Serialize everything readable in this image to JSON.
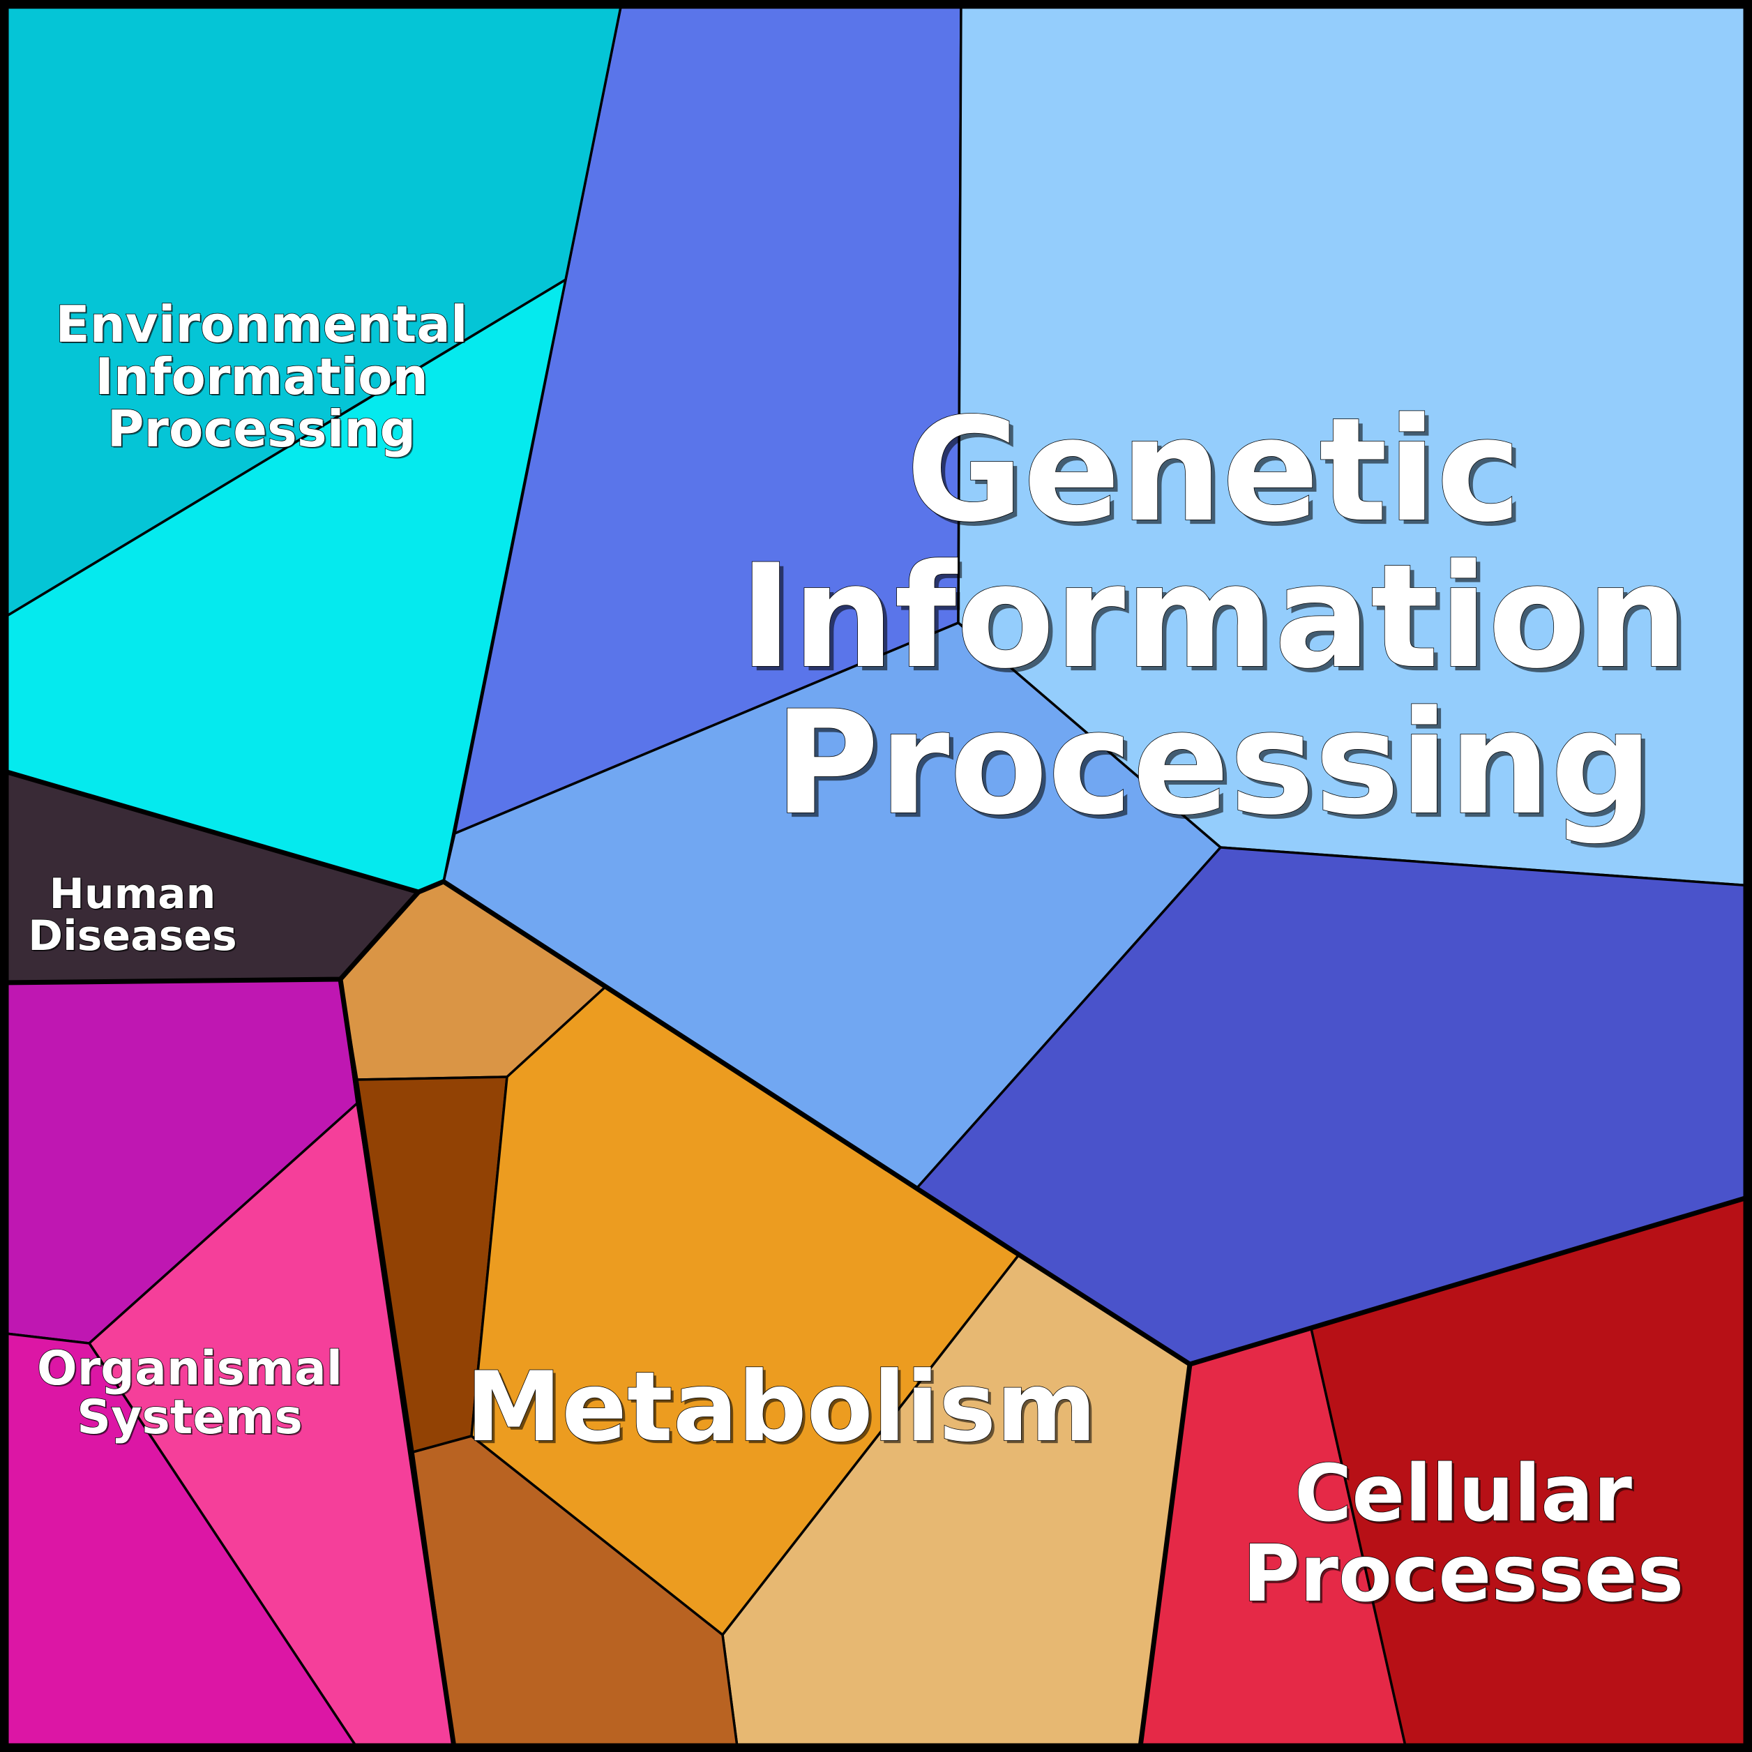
{
  "diagram": {
    "type": "voronoi-treemap",
    "groups": [
      {
        "id": "genetic",
        "label": [
          "Genetic",
          "Information",
          "Processing"
        ],
        "cells": [
          {
            "id": "gip-dark-blue-top",
            "color": "#5A75EA"
          },
          {
            "id": "gip-light-top-right",
            "color": "#94CDFC"
          },
          {
            "id": "gip-mid-blue",
            "color": "#71A7F2"
          },
          {
            "id": "gip-indigo",
            "color": "#4A53CB"
          }
        ]
      },
      {
        "id": "environmental",
        "label": [
          "Environmental",
          "Information",
          "Processing"
        ],
        "cells": [
          {
            "id": "eip-teal",
            "color": "#05C5D6"
          },
          {
            "id": "eip-cyan",
            "color": "#05EAEE"
          }
        ]
      },
      {
        "id": "human-diseases",
        "label": [
          "Human",
          "Diseases"
        ],
        "cells": [
          {
            "id": "hd-dark",
            "color": "#392A36"
          }
        ]
      },
      {
        "id": "organismal",
        "label": [
          "Organismal",
          "Systems"
        ],
        "cells": [
          {
            "id": "os-purple",
            "color": "#BF17B2"
          },
          {
            "id": "os-pink",
            "color": "#F53F9A"
          },
          {
            "id": "os-magenta",
            "color": "#DC16A5"
          }
        ]
      },
      {
        "id": "metabolism",
        "label": [
          "Metabolism"
        ],
        "cells": [
          {
            "id": "met-tan-small",
            "color": "#DA9545"
          },
          {
            "id": "met-brown-dark",
            "color": "#924204"
          },
          {
            "id": "met-orange",
            "color": "#EC9C20"
          },
          {
            "id": "met-sand",
            "color": "#E7B872"
          },
          {
            "id": "met-brown",
            "color": "#B96322"
          }
        ]
      },
      {
        "id": "cellular",
        "label": [
          "Cellular",
          "Processes"
        ],
        "cells": [
          {
            "id": "cp-red",
            "color": "#E52947"
          },
          {
            "id": "cp-dark-red",
            "color": "#B71016"
          }
        ]
      }
    ]
  }
}
